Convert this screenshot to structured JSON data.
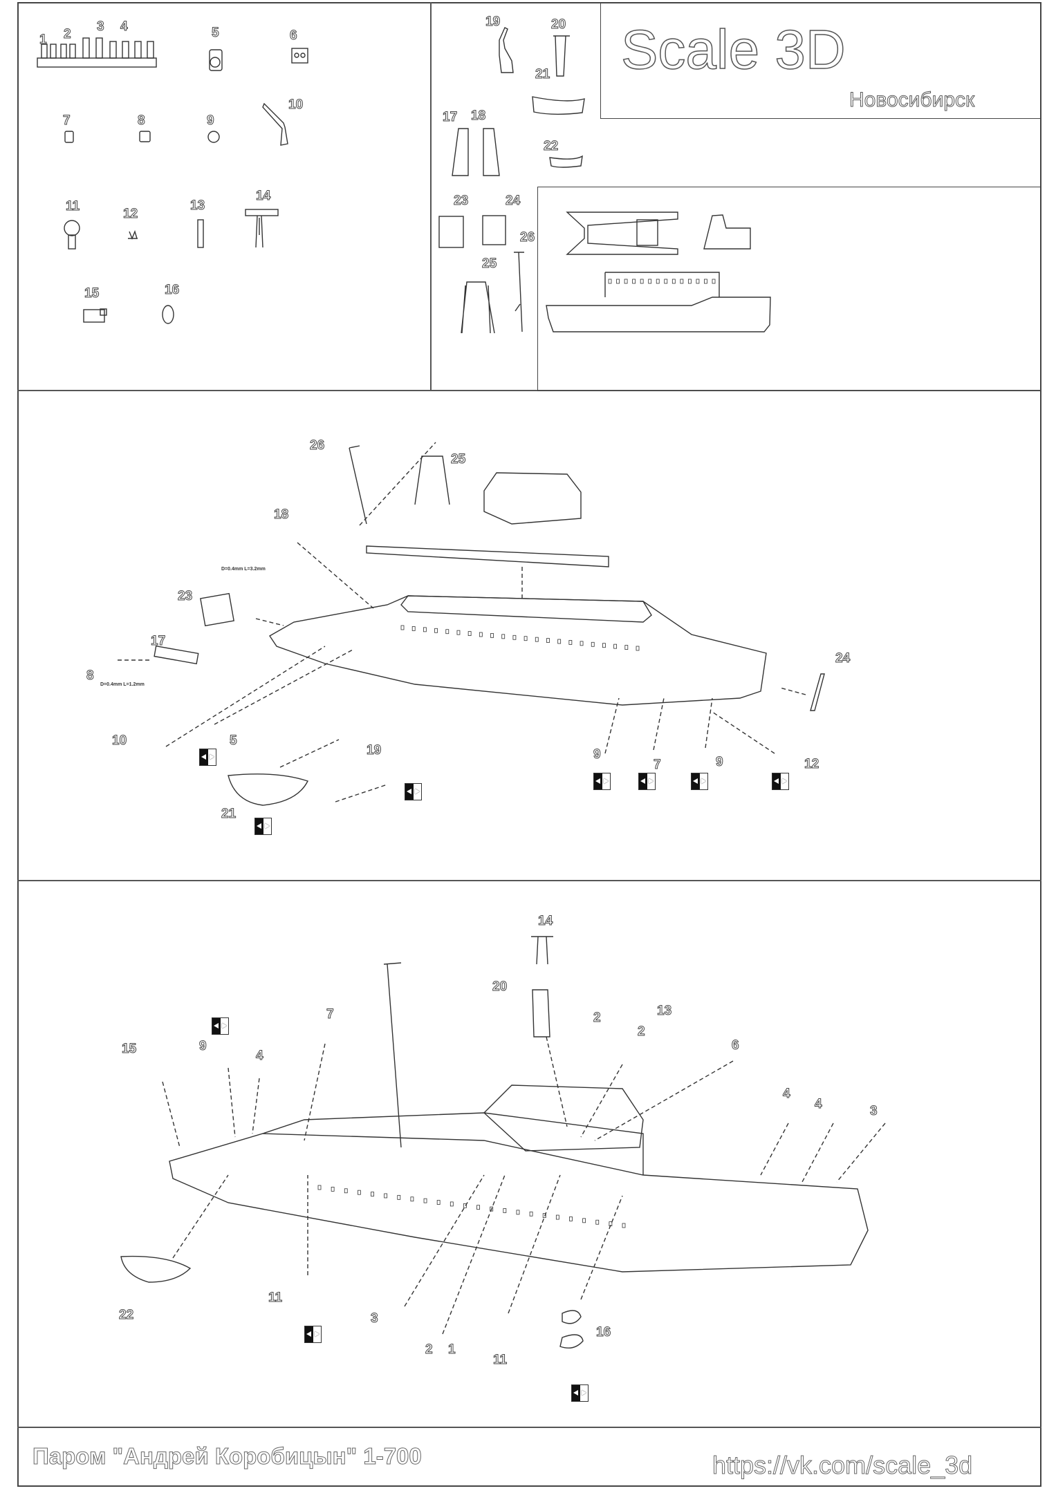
{
  "brand": {
    "title": "Scale 3D",
    "city": "Новосибирск"
  },
  "footer": {
    "title": "Паром \"Андрей Коробицын\" 1-700",
    "url": "https://vk.com/scale_3d"
  },
  "parts_sheet": {
    "labels": [
      "1",
      "2",
      "3",
      "4",
      "5",
      "6",
      "7",
      "8",
      "9",
      "10",
      "11",
      "12",
      "13",
      "14",
      "15",
      "16",
      "19",
      "20",
      "21",
      "17",
      "18",
      "22",
      "23",
      "24",
      "25",
      "26"
    ]
  },
  "step1": {
    "labels": [
      "26",
      "25",
      "18",
      "23",
      "17",
      "8",
      "10",
      "5",
      "19",
      "21",
      "24",
      "9",
      "7",
      "9",
      "12"
    ],
    "dims": [
      "D=0.4mm L=3.2mm",
      "D=0.4mm L=1.2mm"
    ]
  },
  "step2": {
    "labels": [
      "14",
      "20",
      "7",
      "15",
      "9",
      "4",
      "2",
      "13",
      "2",
      "6",
      "4",
      "4",
      "3",
      "11",
      "22",
      "3",
      "2",
      "1",
      "11",
      "16"
    ]
  },
  "icons": {
    "badge": "mirror-pair-icon"
  }
}
